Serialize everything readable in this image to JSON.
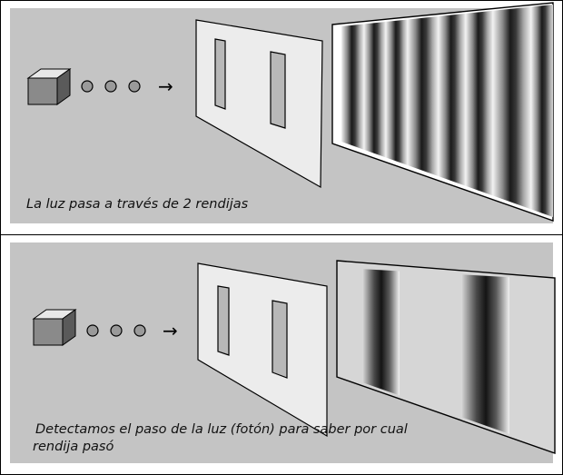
{
  "panels": [
    {
      "caption": "La luz pasa a través de 2 rendijas",
      "pattern": "interference",
      "particles": 3,
      "arrow": "→"
    },
    {
      "caption_lines": [
        "Detectamos el paso de la luz (fotón) para saber por cual",
        "rendija pasó"
      ],
      "pattern": "two-bands",
      "particles": 3,
      "arrow": "→"
    }
  ],
  "colors": {
    "background": "#c4c4c4",
    "border": "#000000",
    "slit_plate": "#ececec"
  }
}
